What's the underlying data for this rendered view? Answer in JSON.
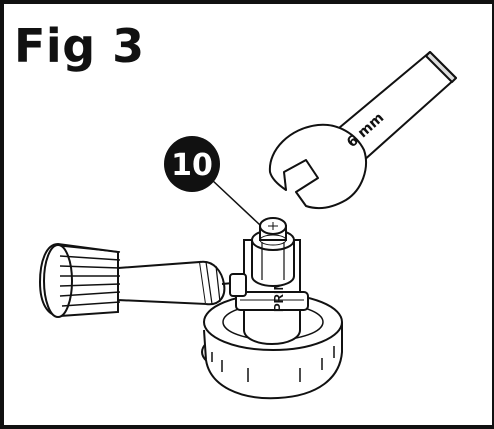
{
  "figure": {
    "title": "Fig 3",
    "callout_number": "10",
    "wrench_size_label": "6 mm",
    "brand_label": "PRIMUS"
  }
}
